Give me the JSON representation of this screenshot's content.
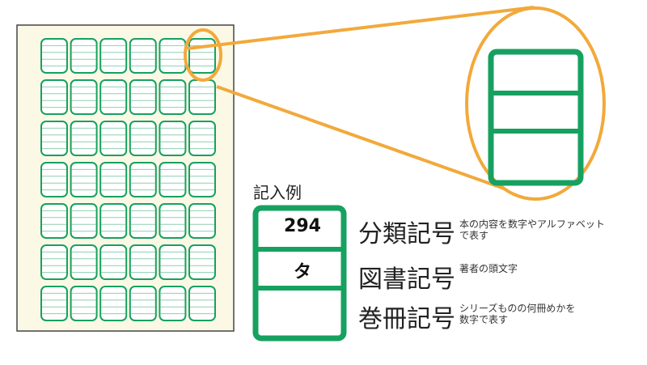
{
  "colors": {
    "green": "#17a160",
    "orange": "#f2a93b",
    "sheet_bg": "#fbf9e6",
    "sheet_border": "#444444"
  },
  "sheet": {
    "rows": 7,
    "columns": 6
  },
  "example": {
    "title": "記入例",
    "classification_value": "294",
    "author_value": "タ",
    "volume_value": ""
  },
  "fields": [
    {
      "name": "分類記号",
      "desc": [
        "本の内容を数字やアルファベット",
        "で表す"
      ]
    },
    {
      "name": "図書記号",
      "desc": [
        "著者の頭文字"
      ]
    },
    {
      "name": "巻冊記号",
      "desc": [
        "シリーズものの何冊めかを",
        "数字で表す"
      ]
    }
  ]
}
